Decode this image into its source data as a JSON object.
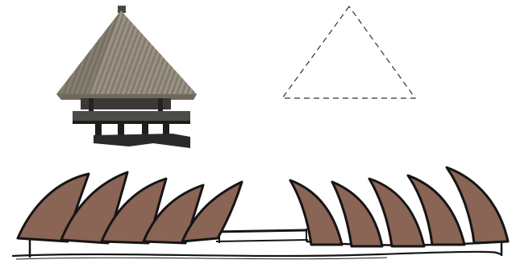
{
  "scene": {
    "background": "#ffffff",
    "top_left": {
      "subject": "thatched-roof-hut-photo",
      "thatch_color": "#8f8679",
      "thatch_dark": "#5f584e",
      "platform_color": "#2a2a28"
    },
    "top_right": {
      "subject": "dashed-triangle-outline",
      "stroke_color": "#333333"
    },
    "bottom": {
      "subject": "sketch-of-sail-shaped-roof-segments",
      "fill_color": "#8a6454",
      "stroke_color": "#151515",
      "segment_count": 10,
      "left_group_count": 5,
      "right_group_count": 5
    }
  }
}
